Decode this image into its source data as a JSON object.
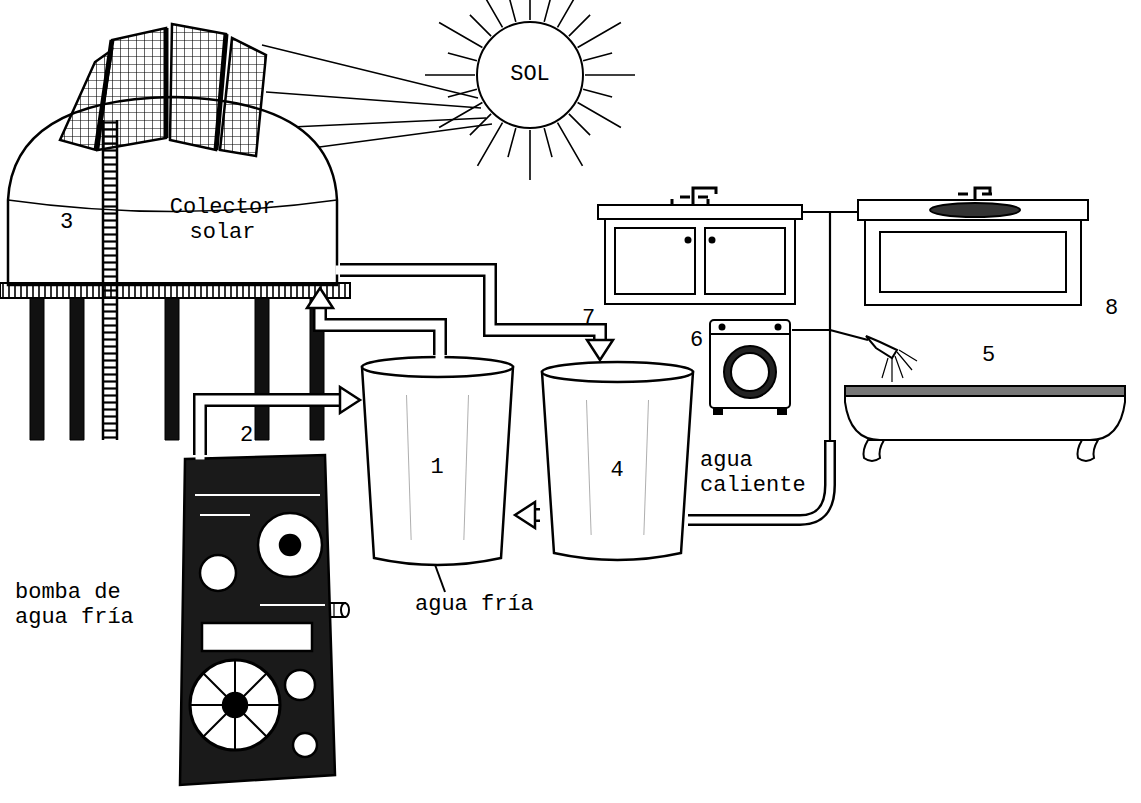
{
  "diagram": {
    "nodes": [
      {
        "text": [
          "SOL"
        ]
      },
      {
        "text": [
          "3",
          "Colector solar"
        ]
      },
      {
        "text": [
          "1"
        ]
      },
      {
        "text": [
          "4"
        ]
      },
      {
        "text": [
          "2",
          "bomba de agua fría"
        ]
      }
    ],
    "edges": [
      {
        "from": 4,
        "to": 2,
        "arrow": "to"
      },
      {
        "from": 2,
        "to": 1,
        "arrow": "to"
      },
      {
        "from": 1,
        "to": 3,
        "arrow": "to"
      },
      {
        "from": 3,
        "to": 2,
        "arrow": "to"
      }
    ],
    "labels": [
      "7",
      "8",
      "6",
      "5",
      "agua caliente",
      "agua fría"
    ]
  }
}
